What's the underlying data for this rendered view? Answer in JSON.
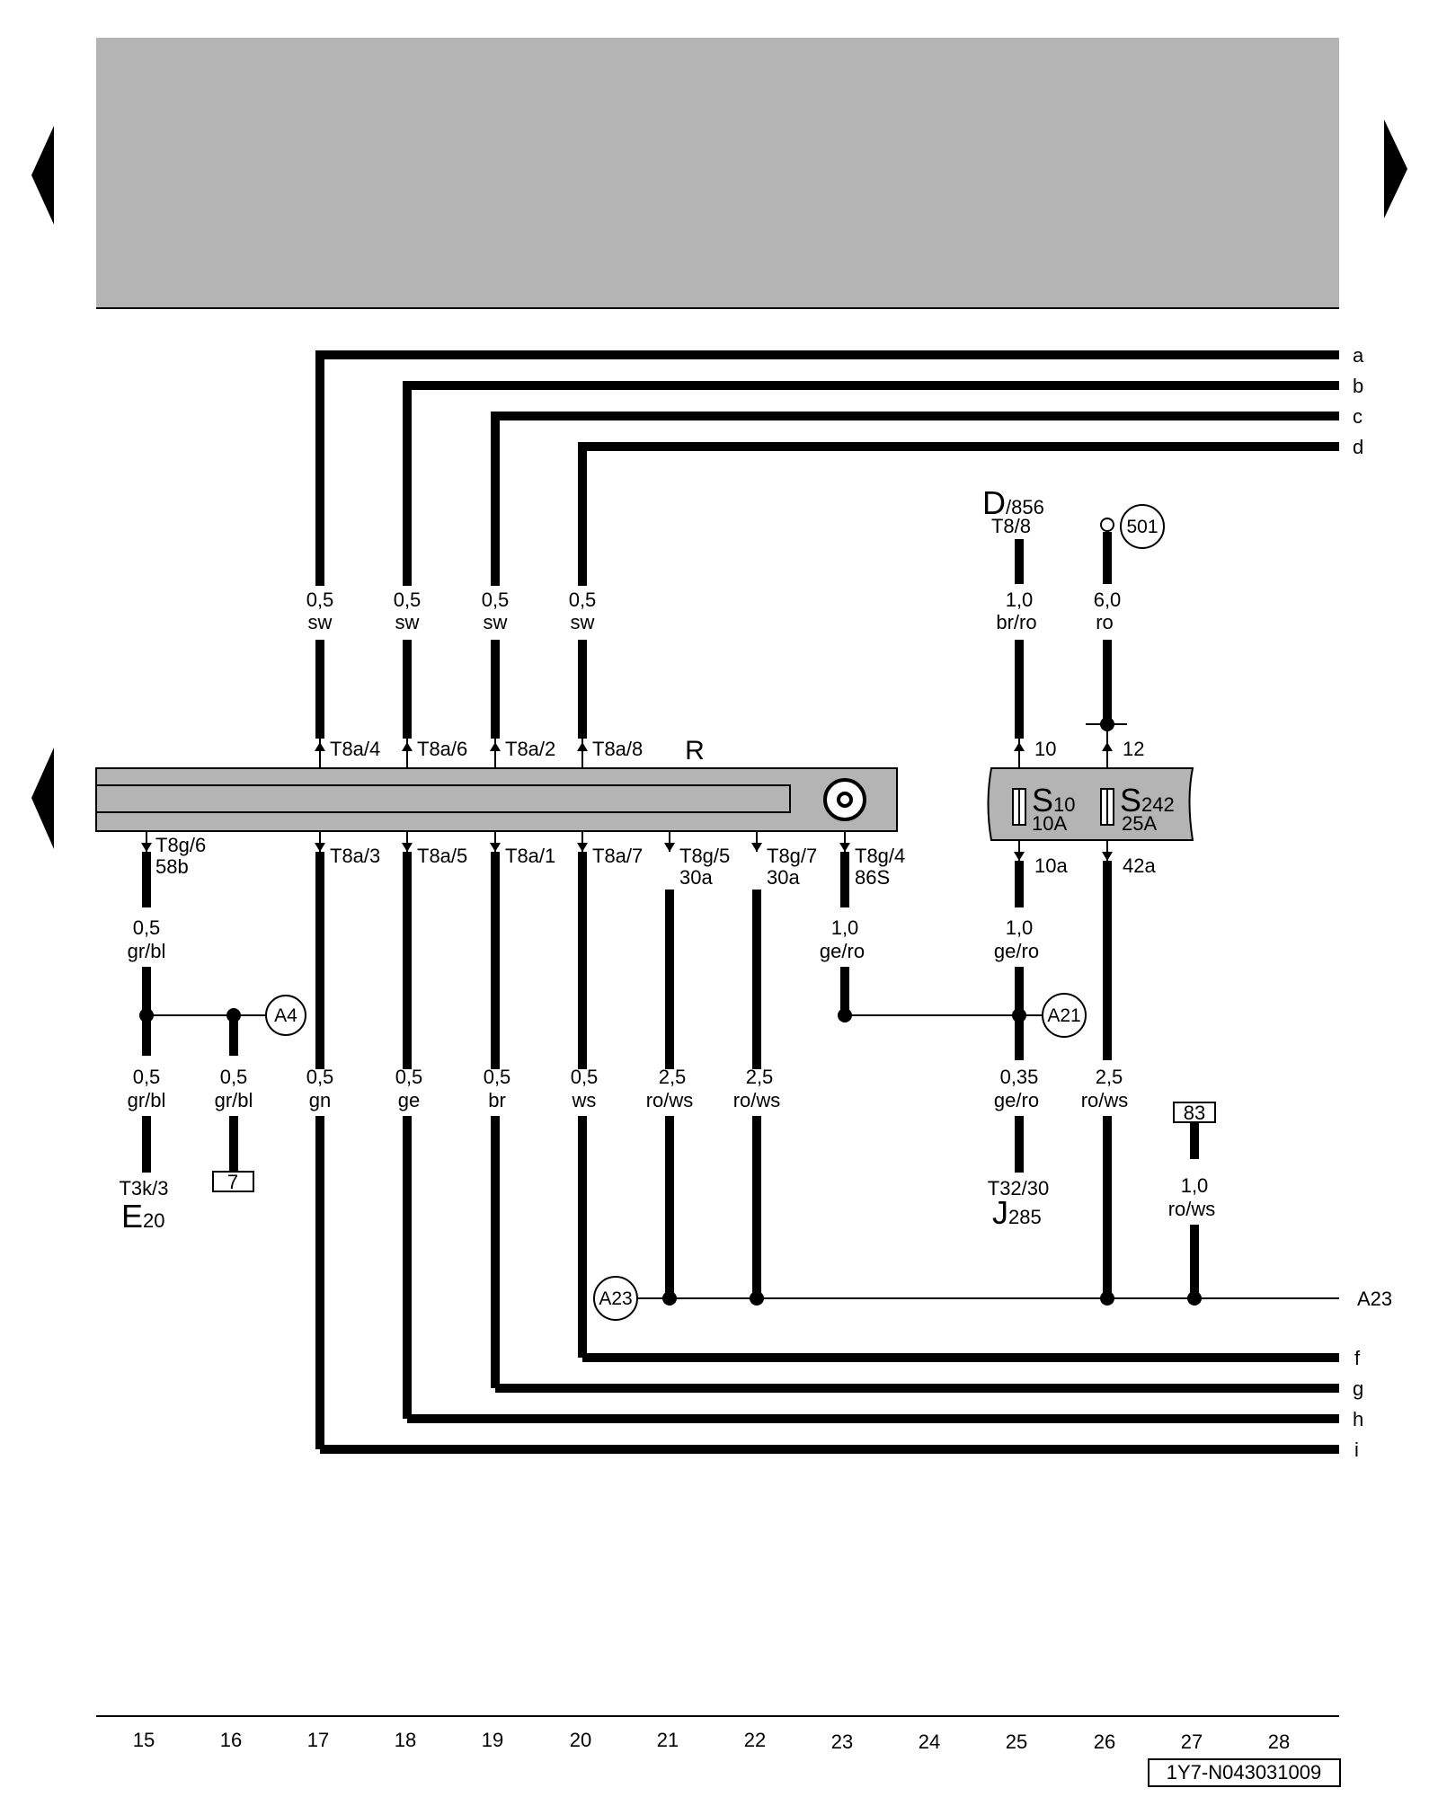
{
  "header": {
    "banner_color": "#b4b4b4"
  },
  "line_end_labels": [
    "a",
    "b",
    "c",
    "d",
    "f",
    "g",
    "h",
    "i"
  ],
  "component_r": {
    "label": "R"
  },
  "top_wires": [
    {
      "size": "0,5",
      "color": "sw",
      "pin": "T8a/4"
    },
    {
      "size": "0,5",
      "color": "sw",
      "pin": "T8a/6"
    },
    {
      "size": "0,5",
      "color": "sw",
      "pin": "T8a/2"
    },
    {
      "size": "0,5",
      "color": "sw",
      "pin": "T8a/8"
    }
  ],
  "bottom_pins": [
    {
      "pin": "T8g/6",
      "sub": "58b"
    },
    {
      "pin": "T8a/3",
      "sub": ""
    },
    {
      "pin": "T8a/5",
      "sub": ""
    },
    {
      "pin": "T8a/1",
      "sub": ""
    },
    {
      "pin": "T8a/7",
      "sub": ""
    },
    {
      "pin": "T8g/5",
      "sub": "30a"
    },
    {
      "pin": "T8g/7",
      "sub": "30a"
    },
    {
      "pin": "T8g/4",
      "sub": "86S"
    }
  ],
  "bottom_wires": [
    {
      "size": "0,5",
      "color": "gr/bl"
    },
    {
      "size": "0,5",
      "color": "gr/bl"
    },
    {
      "size": "0,5",
      "color": "gr/bl"
    },
    {
      "size": "0,5",
      "color": "gn"
    },
    {
      "size": "0,5",
      "color": "ge"
    },
    {
      "size": "0,5",
      "color": "br"
    },
    {
      "size": "0,5",
      "color": "ws"
    },
    {
      "size": "2,5",
      "color": "ro/ws"
    },
    {
      "size": "2,5",
      "color": "ro/ws"
    },
    {
      "size": "1,0",
      "color": "ge/ro"
    }
  ],
  "connections": {
    "a4": "A4",
    "a21": "A21",
    "a23": "A23",
    "n501": "501"
  },
  "e20": {
    "pin": "T3k/3",
    "name": "E",
    "sub": "20",
    "ref": "7"
  },
  "d856": {
    "name": "D",
    "sub": "/856",
    "pin": "T8/8",
    "size": "1,0",
    "color": "br/ro"
  },
  "battery_wire": {
    "size": "6,0",
    "color": "ro"
  },
  "fuse_box": {
    "pin_top_left": "10",
    "pin_top_right": "12",
    "pin_bot_left": "10a",
    "pin_bot_right": "42a",
    "s10": {
      "name": "S",
      "sub": "10",
      "rating": "10A"
    },
    "s242": {
      "name": "S",
      "sub": "242",
      "rating": "25A"
    }
  },
  "fuse_out": [
    {
      "size": "1,0",
      "color": "ge/ro"
    },
    {
      "size": "0,35",
      "color": "ge/ro"
    },
    {
      "size": "2,5",
      "color": "ro/ws"
    }
  ],
  "j285": {
    "pin": "T32/30",
    "name": "J",
    "sub": "285"
  },
  "ref83": {
    "ref": "83",
    "size": "1,0",
    "color": "ro/ws"
  },
  "footer": {
    "columns": [
      "15",
      "16",
      "17",
      "18",
      "19",
      "20",
      "21",
      "22",
      "23",
      "24",
      "25",
      "26",
      "27",
      "28"
    ],
    "doc_id": "1Y7-N043031009"
  }
}
